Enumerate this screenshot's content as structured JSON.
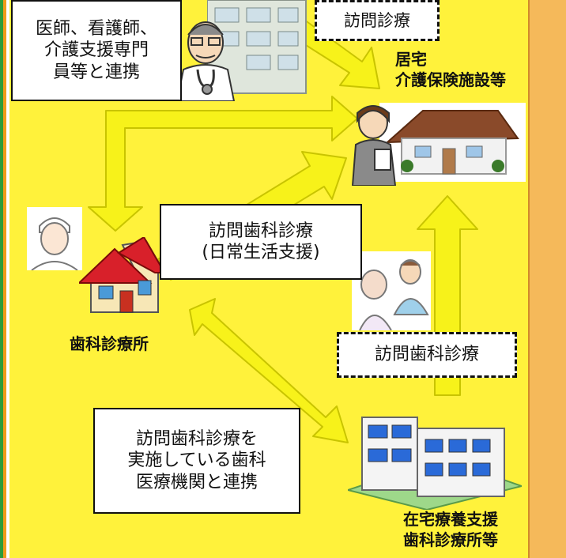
{
  "boxes": {
    "collaboration_medical": "医師、看護師、\n介護支援専門\n員等と連携",
    "home_visit_top": "訪問診療",
    "home_dental_support": "訪問歯科診療\n(日常生活支援)",
    "home_dental_dashed": "訪問歯科診療",
    "collaboration_dental": "訪問歯科診療を\n実施している歯科\n医療機関と連携"
  },
  "labels": {
    "home_care_facility": "居宅\n介護保険施設等",
    "dental_clinic": "歯科診療所",
    "home_care_support_clinic": "在宅療養支援\n歯科診療所等"
  },
  "colors": {
    "background": "#fff23b",
    "arrow_fill": "#f7f21a",
    "arrow_stroke": "#c9c400",
    "right_strip": "#f5b95a",
    "left_stripe_green": "#2e9b3b",
    "left_stripe_orange": "#f19a1b"
  },
  "icons": [
    "doctor-icon",
    "hospital-building-icon",
    "care-worker-icon",
    "house-icon",
    "dentist-icon",
    "dental-clinic-house-icon",
    "elderly-care-icon",
    "clinic-building-icon"
  ]
}
